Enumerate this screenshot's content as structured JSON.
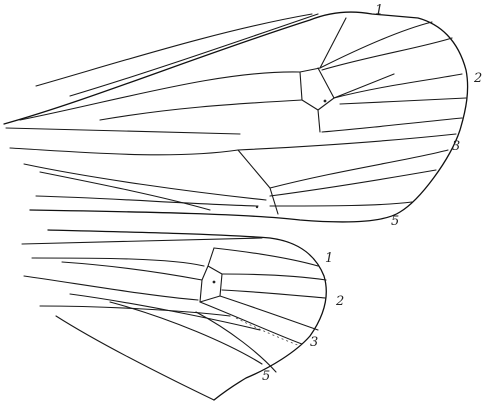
{
  "forewing": {
    "labels": [
      "1",
      "2",
      "3",
      "5"
    ]
  },
  "hindwing": {
    "labels": [
      "1",
      "2",
      "3",
      "5"
    ]
  }
}
